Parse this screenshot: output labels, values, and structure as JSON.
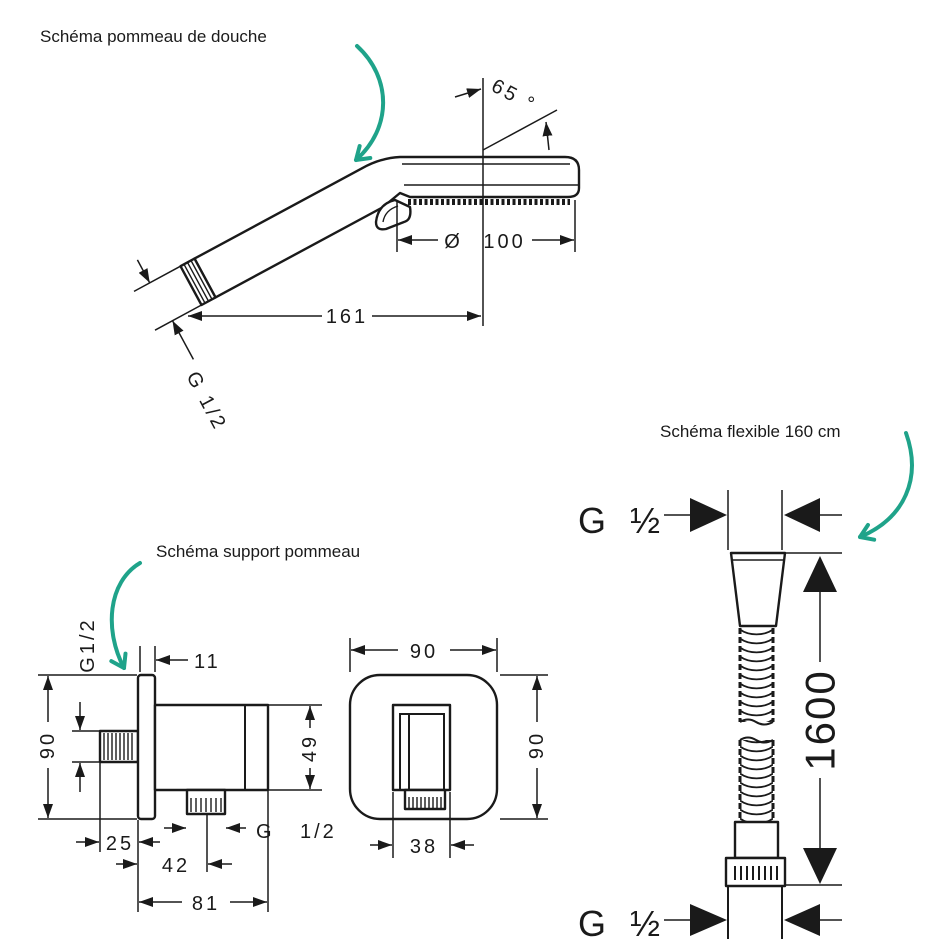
{
  "colors": {
    "ink": "#1a1a1a",
    "accent": "#1fa38a",
    "background": "#ffffff"
  },
  "shower_head": {
    "title": "Schéma pommeau de douche",
    "angle_label": "65 °",
    "diameter_label": "Ø 100",
    "length_label": "161",
    "thread_label": "G 1/2"
  },
  "hose": {
    "title": "Schéma flexible 160 cm",
    "top_thread_label": "G ½",
    "length_label": "1600",
    "bottom_thread_label": "G ½"
  },
  "holder": {
    "title": "Schéma support pommeau",
    "side_view": {
      "thread_label": "G1/2",
      "plate_label": "11",
      "height_label": "90",
      "body_height_label": "49",
      "nipple_label": "25",
      "outlet_offset_label": "42",
      "depth_label": "81",
      "outlet_thread_g": "G",
      "outlet_thread_size": "1/2"
    },
    "front_view": {
      "width_label": "90",
      "height_label": "90",
      "nut_label": "38"
    }
  }
}
